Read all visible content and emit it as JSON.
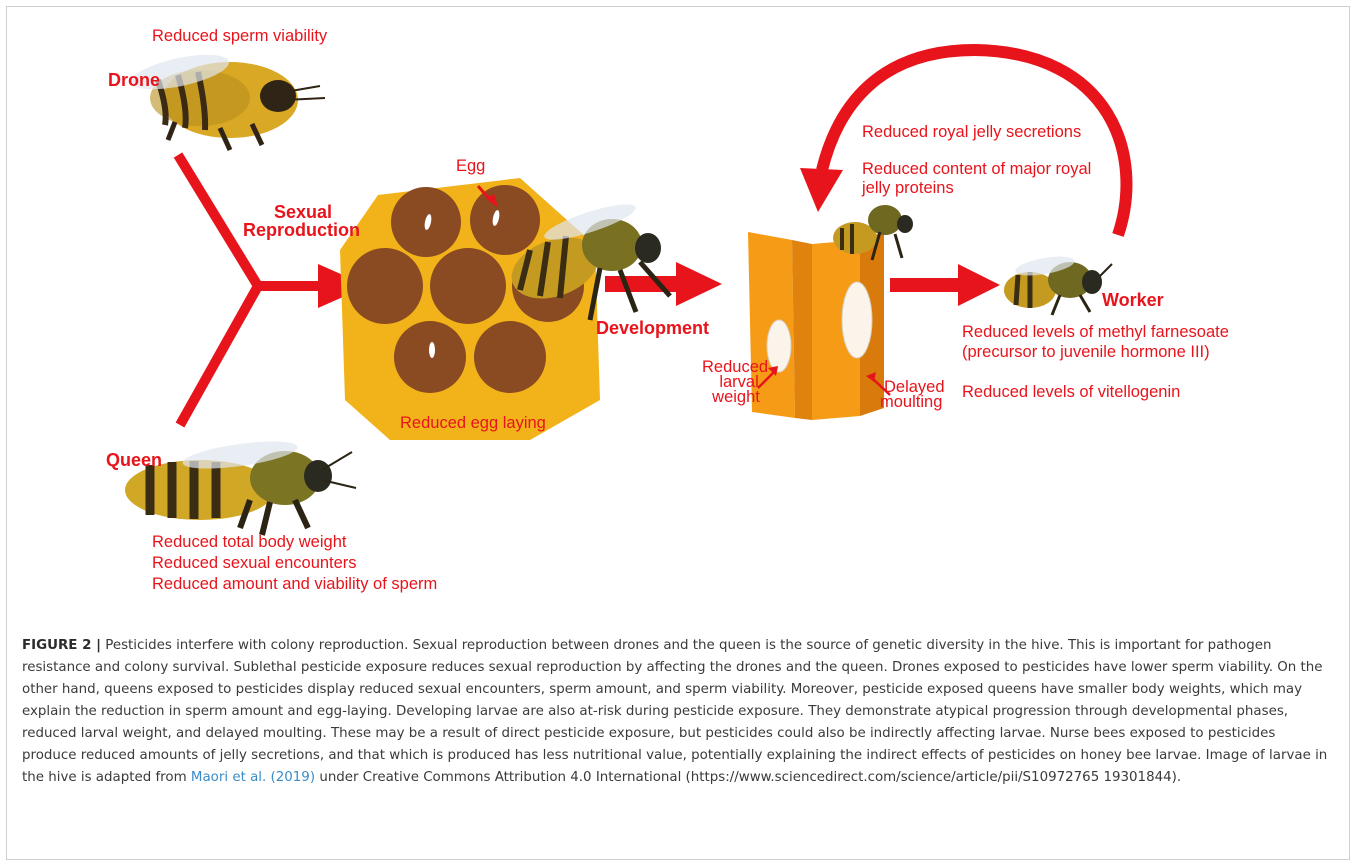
{
  "drone": {
    "title": "Drone",
    "effects": [
      "Reduced sperm viability"
    ]
  },
  "queen": {
    "title": "Queen",
    "effects": [
      "Reduced total body weight",
      "Reduced sexual encounters",
      "Reduced amount and viability of sperm"
    ]
  },
  "stages": {
    "sexual_reproduction": [
      "Sexual",
      "Reproduction"
    ],
    "development": "Development"
  },
  "comb": {
    "egg_label": "Egg",
    "effect": "Reduced egg laying"
  },
  "larvae": {
    "larval_weight": [
      "Reduced",
      "larval",
      "weight"
    ],
    "moulting": [
      "Delayed",
      "moulting"
    ]
  },
  "nurse": {
    "effects": [
      "Reduced royal jelly secretions",
      "Reduced content of major royal",
      "jelly proteins"
    ]
  },
  "worker": {
    "title": "Worker",
    "effects": [
      "Reduced levels of methyl farnesoate",
      "(precursor to juvenile hormone III)",
      "Reduced levels of vitellogenin"
    ]
  },
  "caption": {
    "figure_number": "FIGURE 2 |",
    "text": "Pesticides interfere with colony reproduction. Sexual reproduction between drones and the queen is the source of genetic diversity in the hive. This is important for pathogen resistance and colony survival. Sublethal pesticide exposure reduces sexual reproduction by affecting the drones and the queen. Drones exposed to pesticides have lower sperm viability. On the other hand, queens exposed to pesticides display reduced sexual encounters, sperm amount, and sperm viability. Moreover, pesticide exposed queens have smaller body weights, which may explain the reduction in sperm amount and egg-laying. Developing larvae are also at-risk during pesticide exposure. They demonstrate atypical progression through developmental phases, reduced larval weight, and delayed moulting. These may be a result of direct pesticide exposure, but pesticides could also be indirectly affecting larvae. Nurse bees exposed to pesticides produce reduced amounts of jelly secretions, and that which is produced has less nutritional value, potentially explaining the indirect effects of pesticides on honey bee larvae. Image of larvae in the hive is adapted from",
    "citation": "Maori et al. (2019)",
    "license": "under Creative Commons Attribution 4.0 International (https://www.sciencedirect.com/science/article/pii/S10972765 19301844)."
  },
  "colors": {
    "accent_red": "#e8141b",
    "comb_yellow": "#f2b31a",
    "cell_brown": "#8a4a22",
    "larva_cell_orange": "#f59b16",
    "caption_link": "#3b8cc6"
  }
}
